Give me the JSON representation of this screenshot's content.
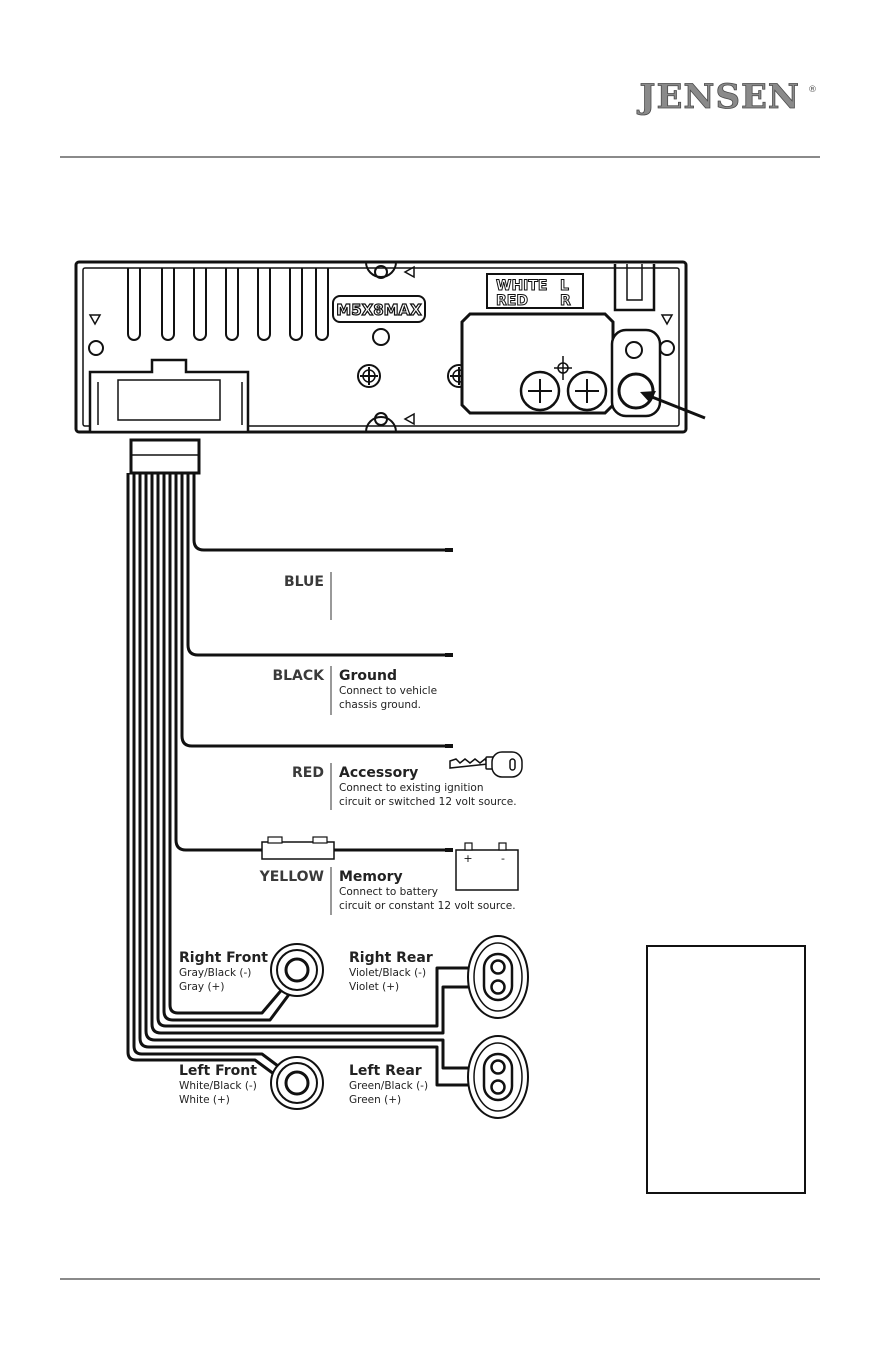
{
  "brand": {
    "logo": "JENSEN",
    "registered": "®"
  },
  "unit": {
    "screw_label": "M5X8MAX",
    "rca_labels": [
      {
        "color": "WHITE",
        "channel": "L"
      },
      {
        "color": "RED",
        "channel": "R"
      }
    ]
  },
  "wires": [
    {
      "color": "BLUE",
      "function": "",
      "desc": []
    },
    {
      "color": "BLACK",
      "function": "Ground",
      "desc": [
        "Connect to vehicle",
        "chassis ground."
      ]
    },
    {
      "color": "RED",
      "function": "Accessory",
      "desc": [
        "Connect to existing ignition",
        "circuit or switched 12 volt source."
      ]
    },
    {
      "color": "YELLOW",
      "function": "Memory",
      "desc": [
        "Connect to battery",
        "circuit or constant 12 volt source."
      ]
    }
  ],
  "battery": {
    "plus": "+",
    "minus": "-"
  },
  "speakers": {
    "right_front": {
      "title": "Right Front",
      "neg": "Gray/Black (-)",
      "pos": "Gray (+)"
    },
    "right_rear": {
      "title": "Right Rear",
      "neg": "Violet/Black (-)",
      "pos": "Violet (+)"
    },
    "left_front": {
      "title": "Left Front",
      "neg": "White/Black (-)",
      "pos": "White (+)"
    },
    "left_rear": {
      "title": "Left Rear",
      "neg": "Green/Black (-)",
      "pos": "Green (+)"
    }
  }
}
